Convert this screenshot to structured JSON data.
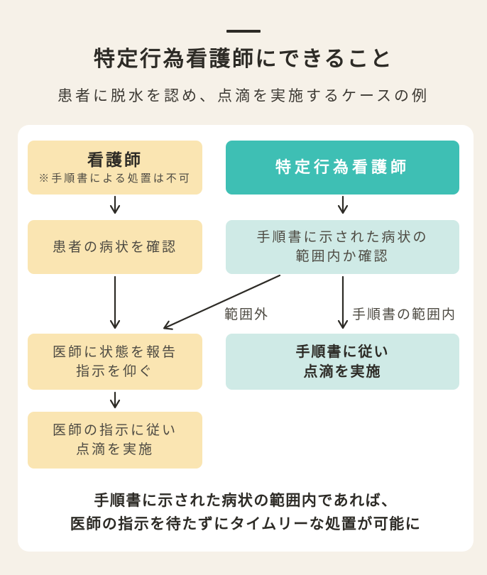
{
  "header": {
    "title": "特定行為看護師にできること",
    "subtitle": "患者に脱水を認め、点滴を実施するケースの例"
  },
  "colors": {
    "background": "#F6F1E8",
    "card": "#FFFFFF",
    "nurse_box": "#FAE5B2",
    "sp_nurse_header": "#3EBFB4",
    "sp_nurse_box": "#CFEAE6",
    "ink": "#2D2B26",
    "body_text": "#4D4A42"
  },
  "flow": {
    "nurse": {
      "title": "看護師",
      "note": "※手順書による処置は不可",
      "steps": [
        {
          "lines": [
            "患者の病状を確認"
          ]
        },
        {
          "lines": [
            "医師に状態を報告",
            "指示を仰ぐ"
          ]
        },
        {
          "lines": [
            "医師の指示に従い",
            "点滴を実施"
          ]
        }
      ]
    },
    "sp_nurse": {
      "title": "特定行為看護師",
      "steps": [
        {
          "lines": [
            "手順書に示された病状の",
            "範囲内か確認"
          ]
        },
        {
          "lines": [
            "手順書に従い",
            "点滴を実施"
          ]
        }
      ]
    },
    "branch_labels": {
      "out_of_scope": "範囲外",
      "in_scope": "手順書の範囲内"
    }
  },
  "footer": {
    "lines": [
      "手順書に示された病状の範囲内であれば、",
      "医師の指示を待たずにタイムリーな処置が可能に"
    ]
  }
}
